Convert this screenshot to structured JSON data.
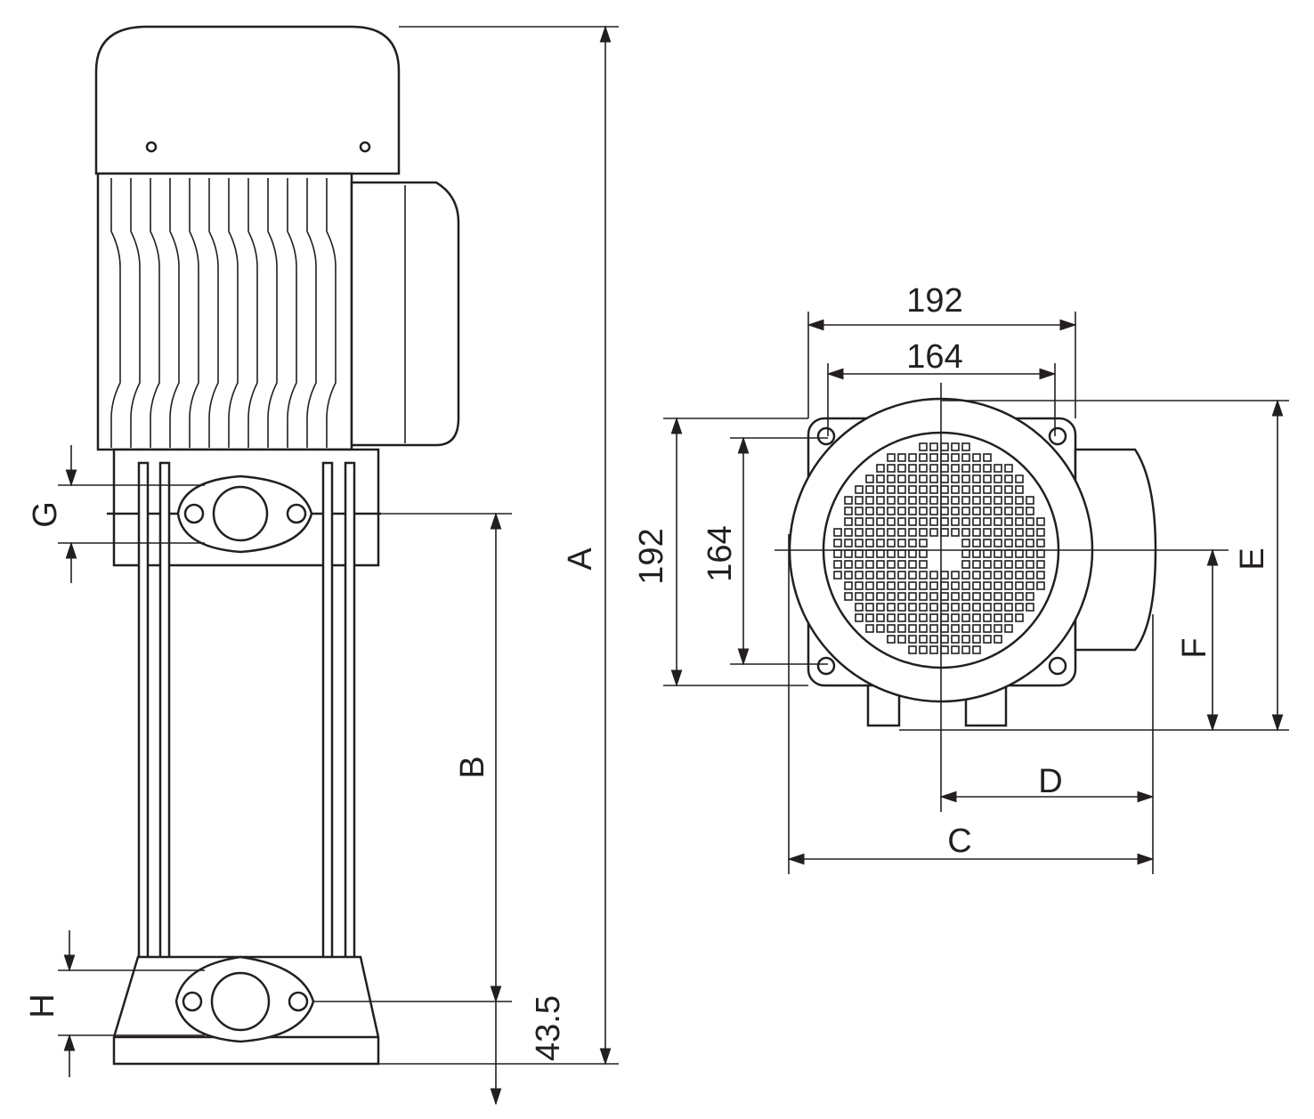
{
  "title": "Pump dimension drawing",
  "side_view": {
    "labels": {
      "A": "A",
      "B": "B",
      "G": "G",
      "H": "H",
      "base_offset": "43.5"
    }
  },
  "top_view": {
    "labels": {
      "width_outer": "192",
      "width_inner": "164",
      "height_outer": "192",
      "height_inner": "164",
      "C": "C",
      "D": "D",
      "E": "E",
      "F": "F"
    }
  },
  "colors": {
    "line": "#231f20",
    "background": "#ffffff"
  }
}
